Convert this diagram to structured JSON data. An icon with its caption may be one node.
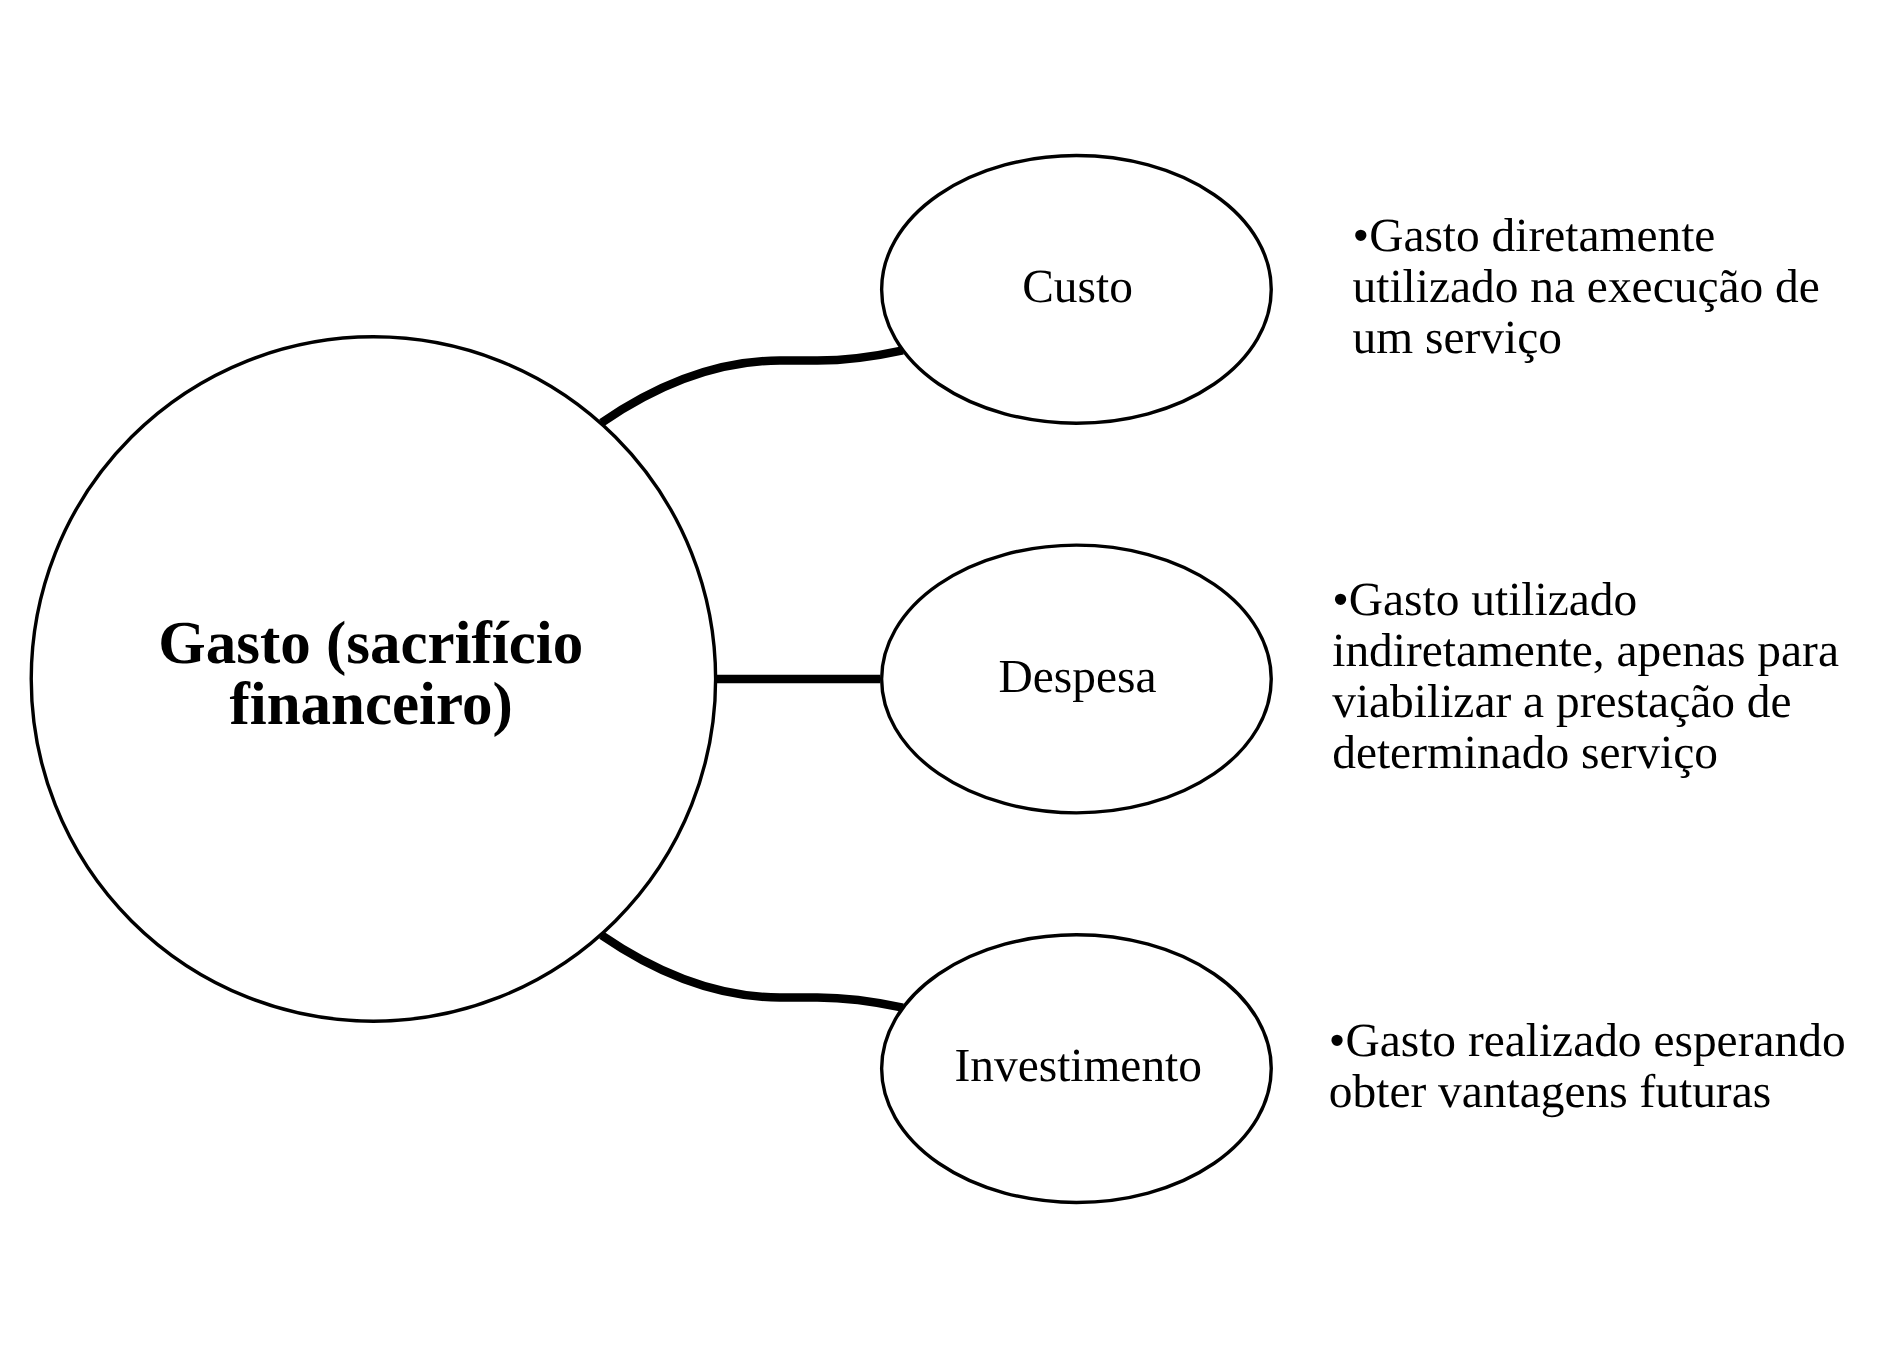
{
  "diagram": {
    "nodes": [
      {
        "text": [
          "Gasto (sacrifício financeiro)"
        ]
      },
      {
        "text": [
          "Custo"
        ],
        "beside": [
          "•Gasto diretamente utilizado na execução de um serviço"
        ]
      },
      {
        "text": [
          "Despesa"
        ],
        "beside": [
          "•Gasto utilizado indiretamente, apenas para viabilizar a prestação de determinado serviço"
        ]
      },
      {
        "text": [
          "Investimento"
        ],
        "beside": [
          "•Gasto realizado esperando obter vantagens futuras"
        ]
      }
    ],
    "edges": [
      {
        "from": 0,
        "to": 1,
        "arrow": "none"
      },
      {
        "from": 0,
        "to": 2,
        "arrow": "none"
      },
      {
        "from": 0,
        "to": 3,
        "arrow": "none"
      }
    ]
  }
}
